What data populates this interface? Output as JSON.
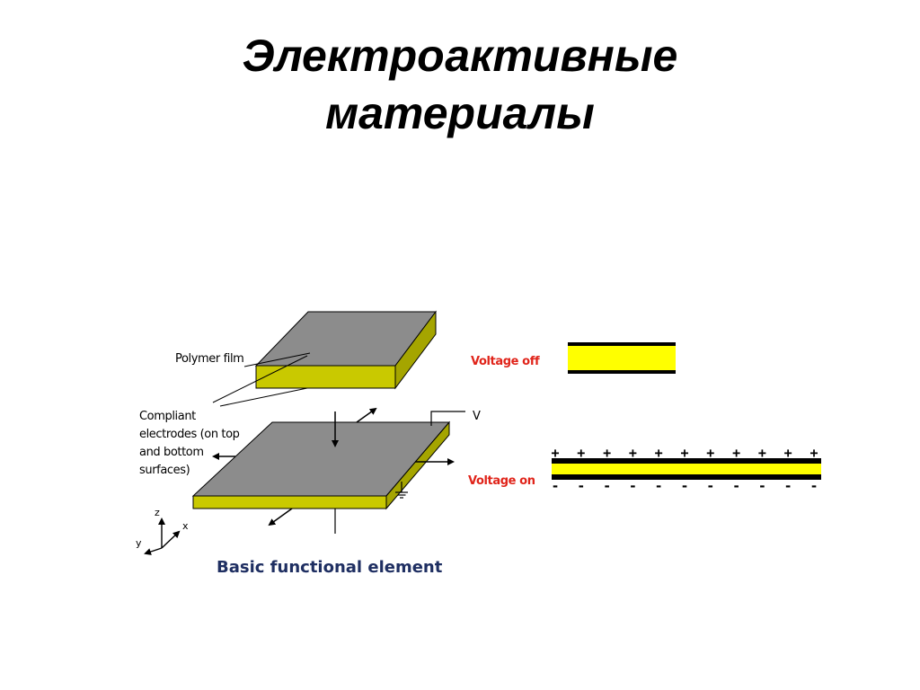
{
  "title": {
    "line1": "Электроактивные",
    "line2": "материалы"
  },
  "diagram": {
    "label_polymer_film": "Polymer film",
    "label_electrodes": [
      "Compliant",
      "electrodes (on top",
      "and bottom",
      "surfaces)"
    ],
    "label_voltage_symbol": "V",
    "label_voltage_off": "Voltage off",
    "label_voltage_on": "Voltage on",
    "caption": "Basic functional element",
    "axes": {
      "z": "z",
      "x": "x",
      "y": "y"
    },
    "plus_sign": "+",
    "minus_sign": "-",
    "sign_count": 11,
    "colors": {
      "film_top": "#8c8c8c",
      "electrode_yellow": "#ffff00",
      "electrode_edge": "#c8c800",
      "label_red": "#e0241a",
      "caption_blue": "#1f2f62"
    }
  }
}
